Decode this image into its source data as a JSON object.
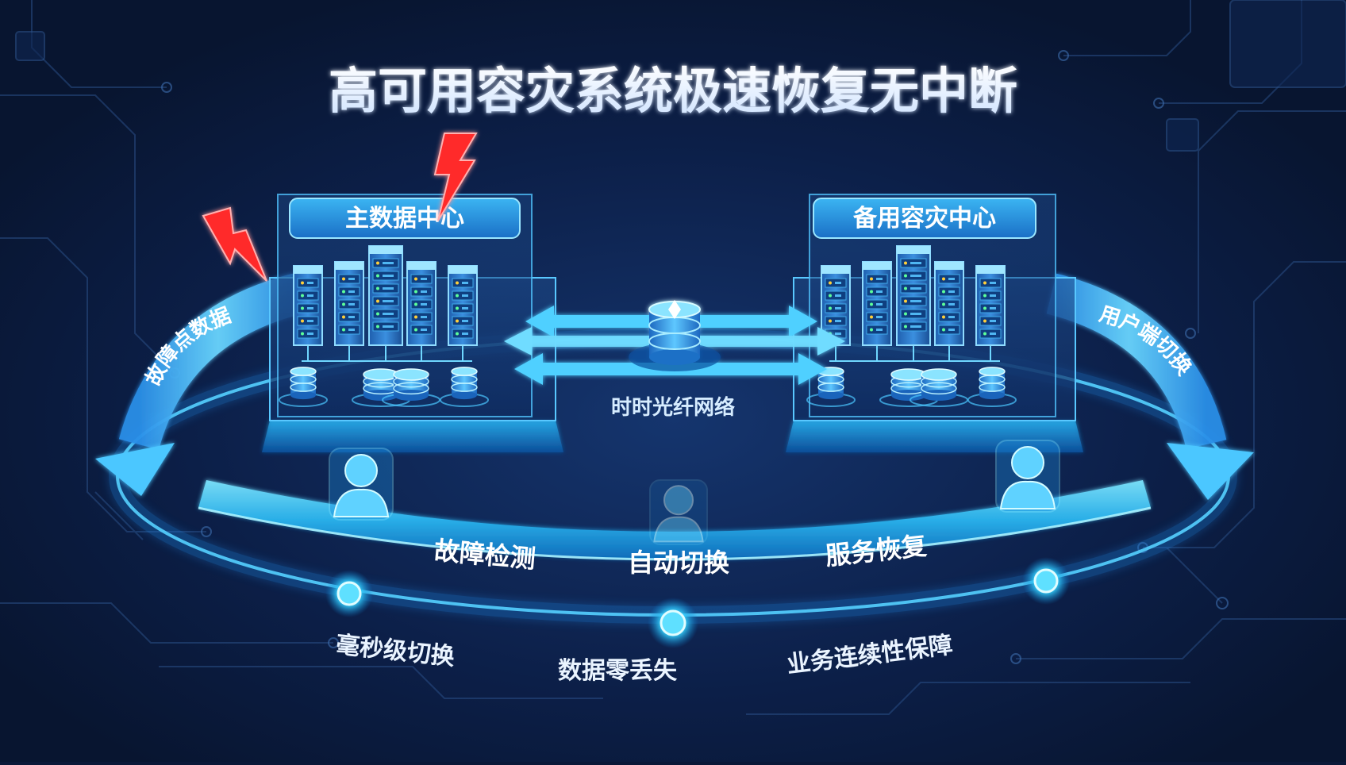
{
  "title": "高可用容灾系统极速恢复无中断",
  "primary_center": {
    "label": "主数据中心"
  },
  "backup_center": {
    "label": "备用容灾中心"
  },
  "network": {
    "label": "时时光纤网络"
  },
  "arc_left": {
    "label": "故障点数据"
  },
  "arc_right": {
    "label": "用户端切换"
  },
  "steps": [
    {
      "label": "故障检测"
    },
    {
      "label": "自动切换"
    },
    {
      "label": "服务恢复"
    }
  ],
  "benefits": [
    {
      "label": "毫秒级切换"
    },
    {
      "label": "数据零丢失"
    },
    {
      "label": "业务连续性保障"
    }
  ],
  "colors": {
    "background": "#0a1838",
    "cyan": "#3fd2ff",
    "glow": "#7fe8ff",
    "alert": "#ff2a2a",
    "title_text": "#f4f8ff"
  },
  "icons": {
    "alert": "lightning-bolt-icon",
    "server": "server-rack-icon",
    "database": "database-cylinder-icon",
    "user": "user-avatar-icon",
    "node": "glowing-node-icon"
  }
}
